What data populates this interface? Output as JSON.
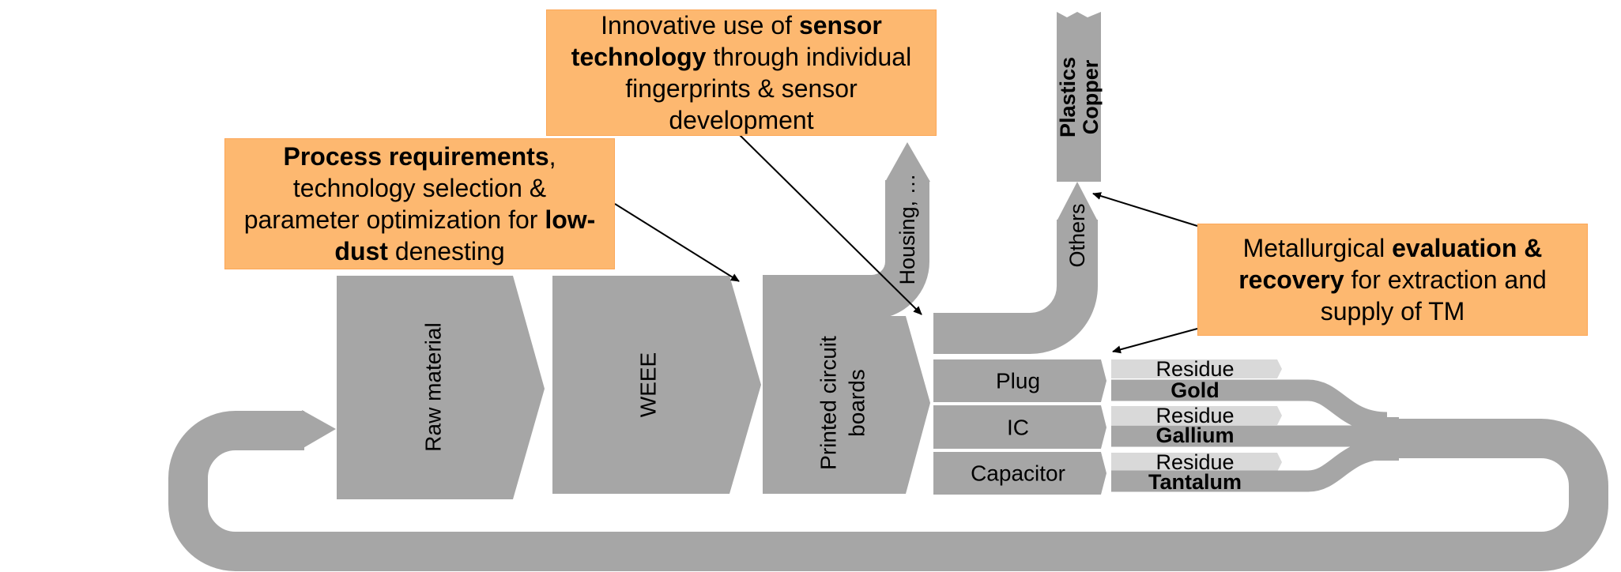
{
  "colors": {
    "flow_gray": "#a6a6a6",
    "residue_gray": "#d9d9d9",
    "callout_orange": "#fdb870"
  },
  "process_steps": {
    "raw_material": "Raw material",
    "weee": "WEEE",
    "pcb_line1": "Printed circuit",
    "pcb_line2": "boards"
  },
  "components": {
    "plug": "Plug",
    "ic": "IC",
    "capacitor": "Capacitor"
  },
  "outputs": {
    "housing": "Housing, …",
    "others": "Others",
    "plastics": "Plastics",
    "copper": "Copper"
  },
  "metals": [
    {
      "residue": "Residue",
      "metal": "Gold"
    },
    {
      "residue": "Residue",
      "metal": "Gallium"
    },
    {
      "residue": "Residue",
      "metal": "Tantalum"
    }
  ],
  "callouts": {
    "sensor": {
      "part1": "Innovative use of ",
      "bold1": "sensor technology",
      "part2": " through individual fingerprints & sensor development"
    },
    "process": {
      "bold1": "Process requirements",
      "part1": ", technology selection & parameter optimization for ",
      "bold2": "low-dust",
      "part2": " denesting"
    },
    "metallurgy": {
      "part1": "Metallurgical ",
      "bold1": "evaluation & recovery",
      "part2": " for extraction and supply of TM"
    }
  }
}
